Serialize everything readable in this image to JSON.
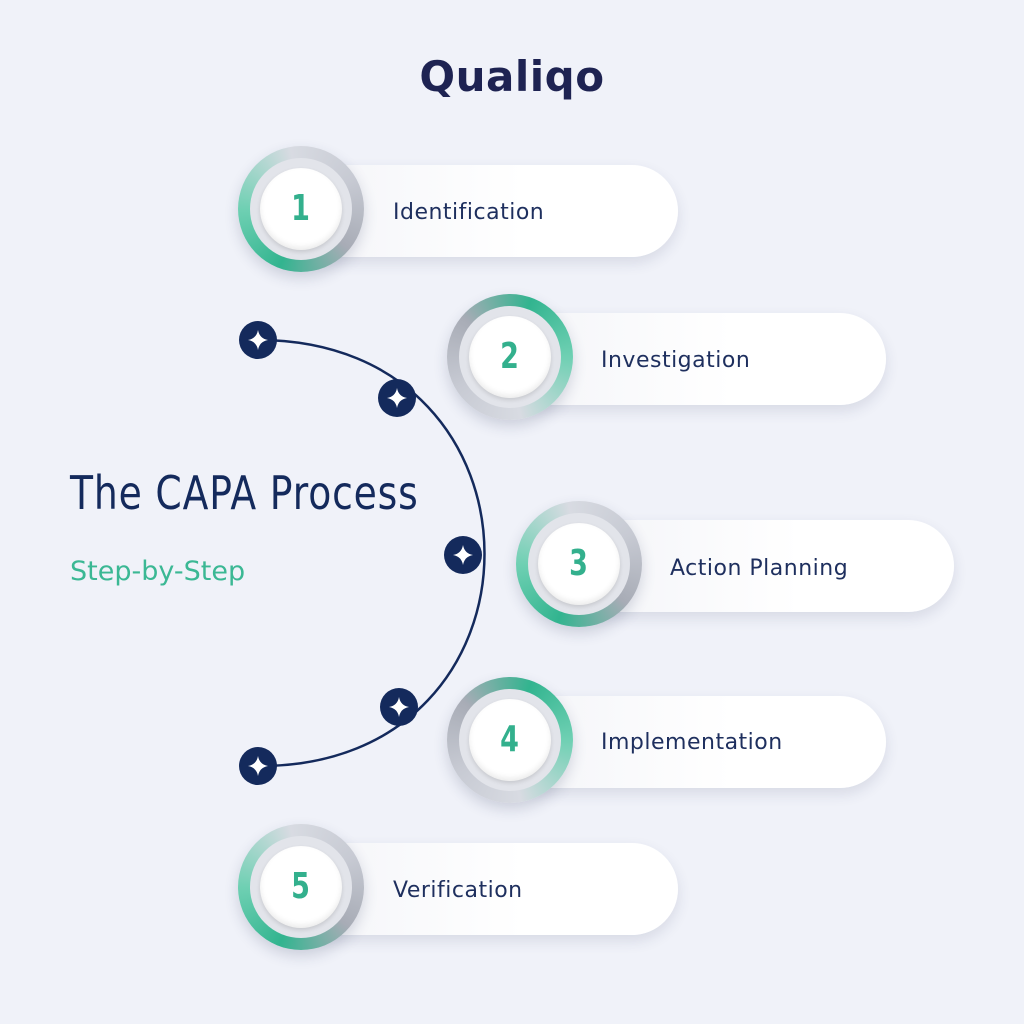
{
  "brand": {
    "name": "Qualiqo",
    "accent_color": "#3bbf9a",
    "dark_color": "#142a5c"
  },
  "heading": {
    "title": "The CAPA Process",
    "subtitle": "Step-by-Step"
  },
  "steps": [
    {
      "number": "1",
      "label": "Identification"
    },
    {
      "number": "2",
      "label": "Investigation"
    },
    {
      "number": "3",
      "label": "Action Planning"
    },
    {
      "number": "4",
      "label": "Implementation"
    },
    {
      "number": "5",
      "label": "Verification"
    }
  ],
  "arc_markers": {
    "icon": "sparkle-icon",
    "count": 5
  }
}
